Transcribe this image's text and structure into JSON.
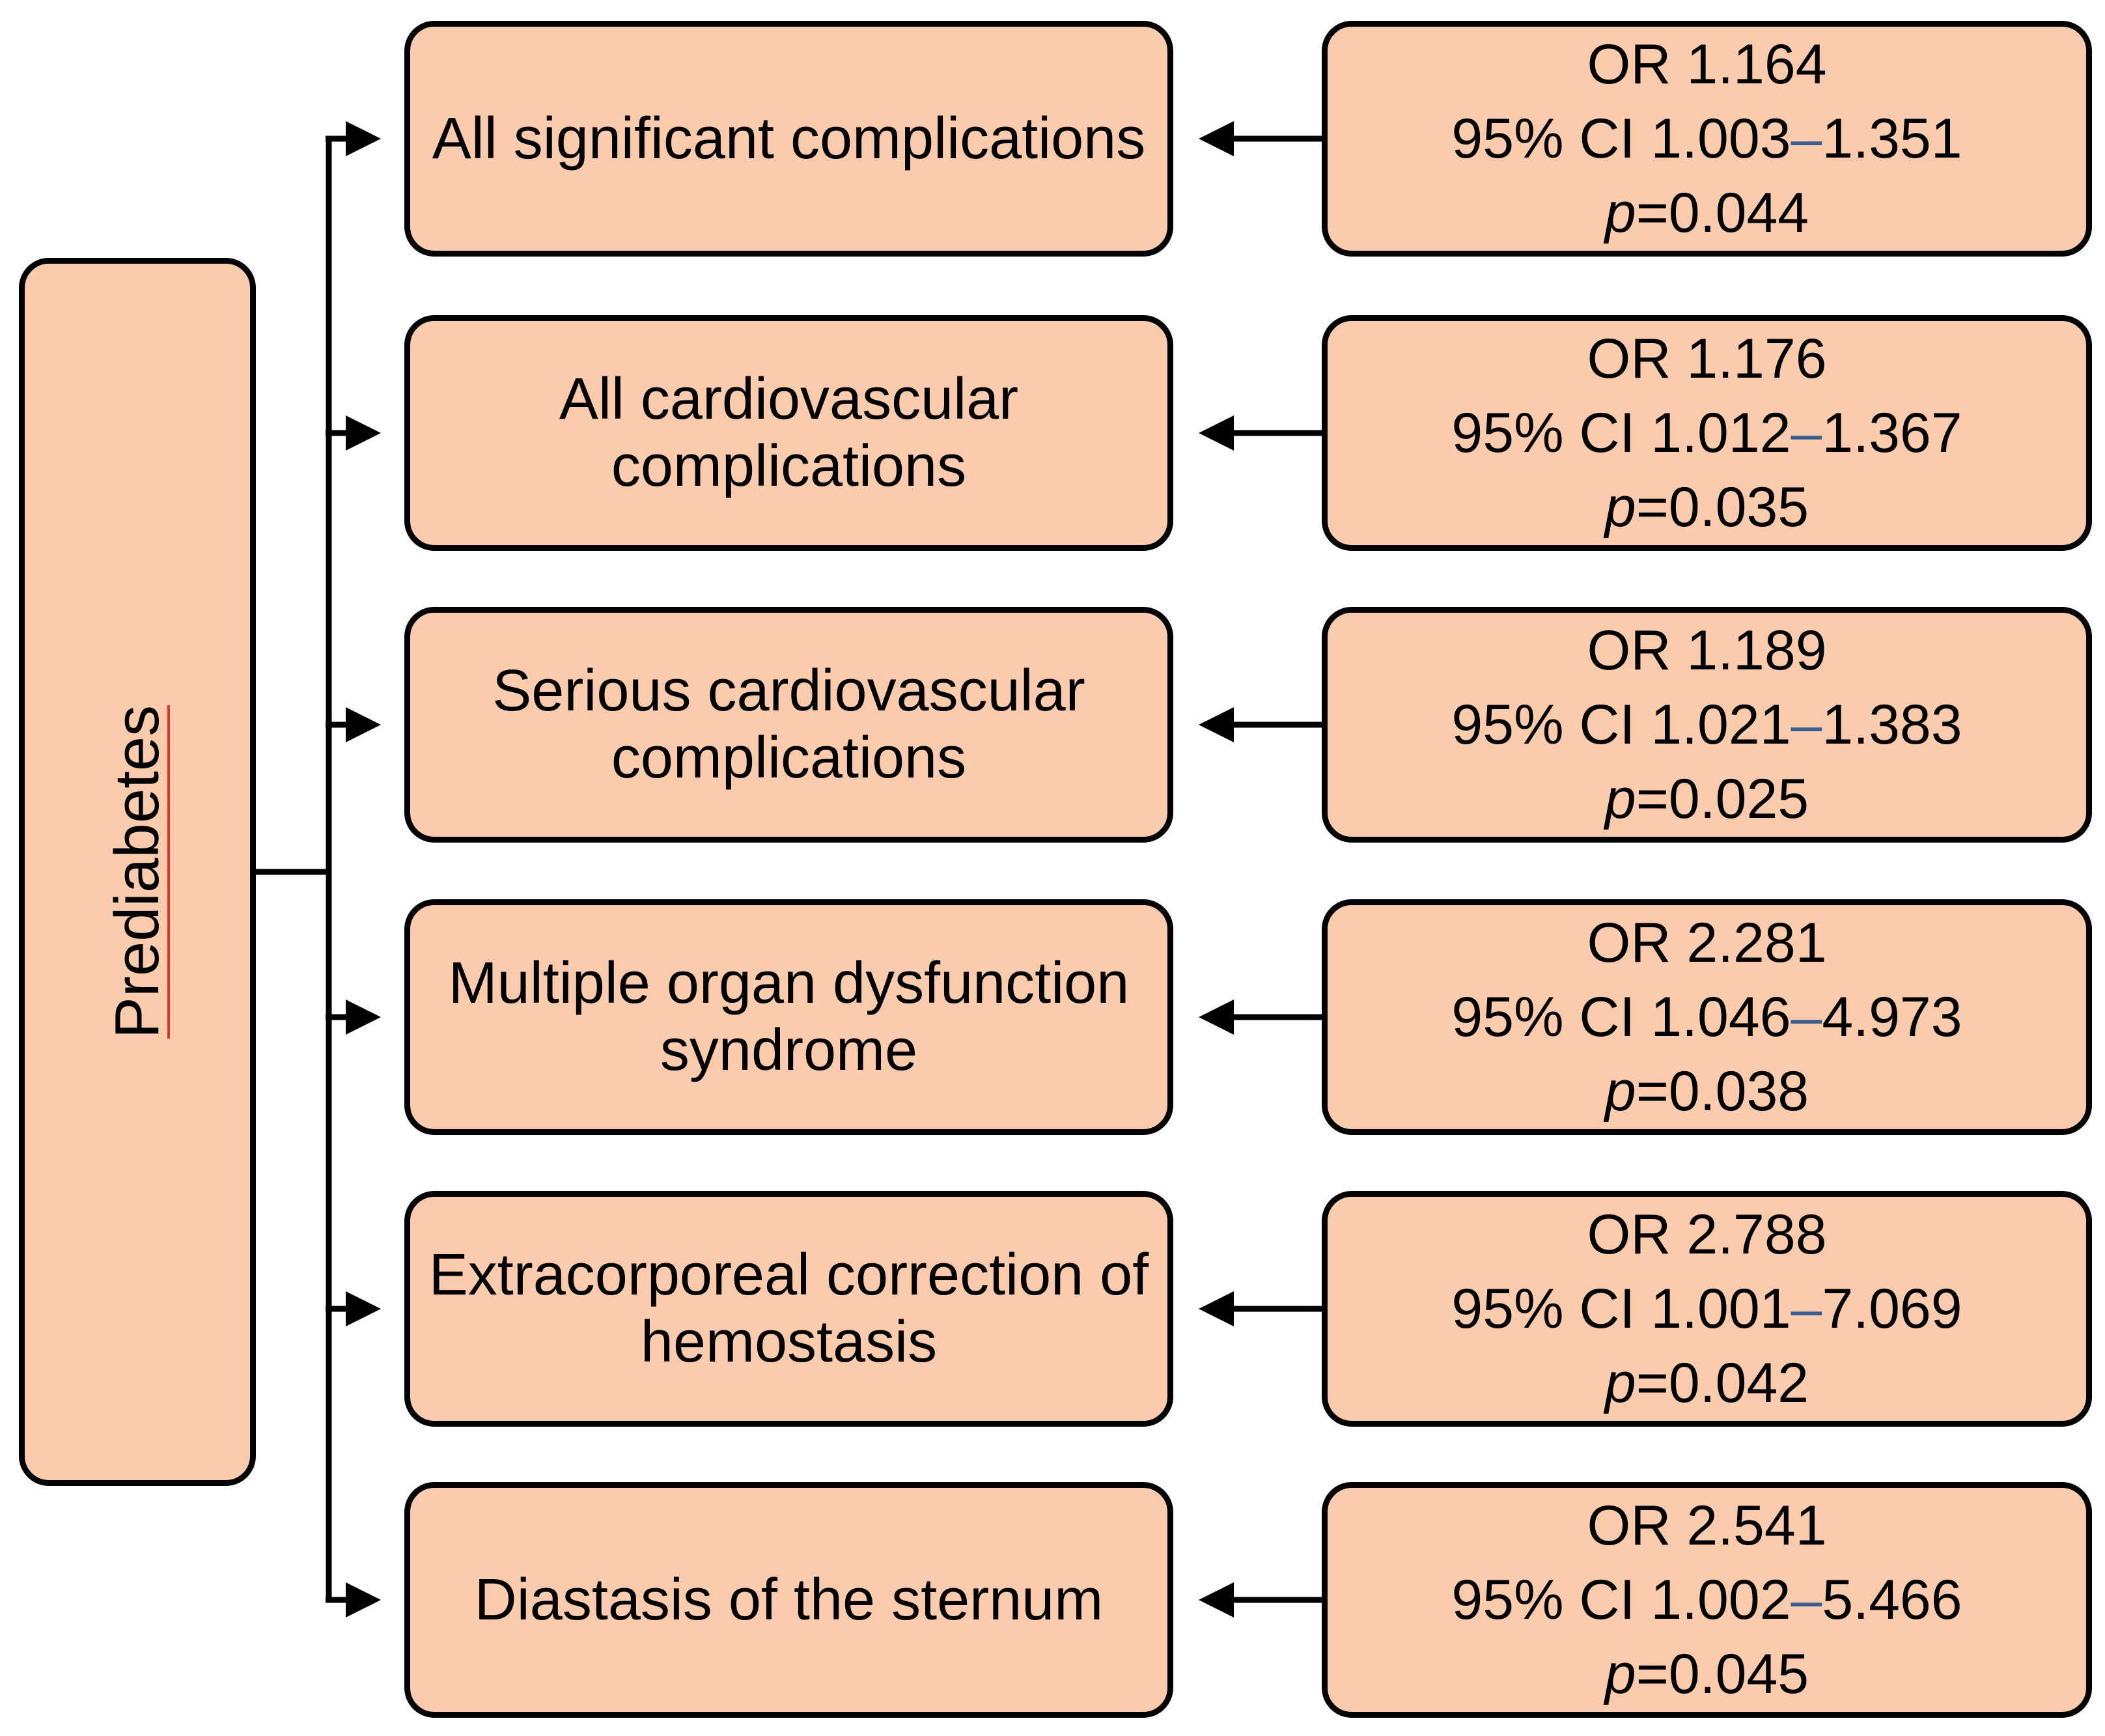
{
  "root": {
    "label": "Prediabetes"
  },
  "rows": [
    {
      "outcome": "All significant complications",
      "or_label": "OR 1.164",
      "ci_prefix": "95% CI 1.003",
      "ci_dash": "–",
      "ci_upper": "1.351",
      "p_var": "p",
      "p_value": "=0.044"
    },
    {
      "outcome": "All cardiovascular complications",
      "or_label": "OR 1.176",
      "ci_prefix": "95% CI 1.012",
      "ci_dash": "–",
      "ci_upper": "1.367",
      "p_var": "p",
      "p_value": "=0.035"
    },
    {
      "outcome": "Serious cardiovascular complications",
      "or_label": "OR 1.189",
      "ci_prefix": "95% CI 1.021",
      "ci_dash": "–",
      "ci_upper": "1.383",
      "p_var": "p",
      "p_value": "=0.025"
    },
    {
      "outcome": "Multiple organ dysfunction syndrome",
      "or_label": "OR 2.281",
      "ci_prefix": "95% CI 1.046",
      "ci_dash": "–",
      "ci_upper": "4.973",
      "p_var": "p",
      "p_value": "=0.038"
    },
    {
      "outcome": "Extracorporeal correction of hemostasis",
      "or_label": "OR 2.788",
      "ci_prefix": "95% CI 1.001",
      "ci_dash": "–",
      "ci_upper": "7.069",
      "p_var": "p",
      "p_value": "=0.042"
    },
    {
      "outcome": "Diastasis of the sternum",
      "or_label": "OR 2.541",
      "ci_prefix": "95% CI 1.002",
      "ci_dash": "–",
      "ci_upper": "5.466",
      "p_var": "p",
      "p_value": "=0.045"
    }
  ],
  "colors": {
    "box_fill": "#fbcbad",
    "border": "#000000",
    "ci_dash": "#3a5f8f",
    "spellcheck_underline": "#e03030"
  }
}
